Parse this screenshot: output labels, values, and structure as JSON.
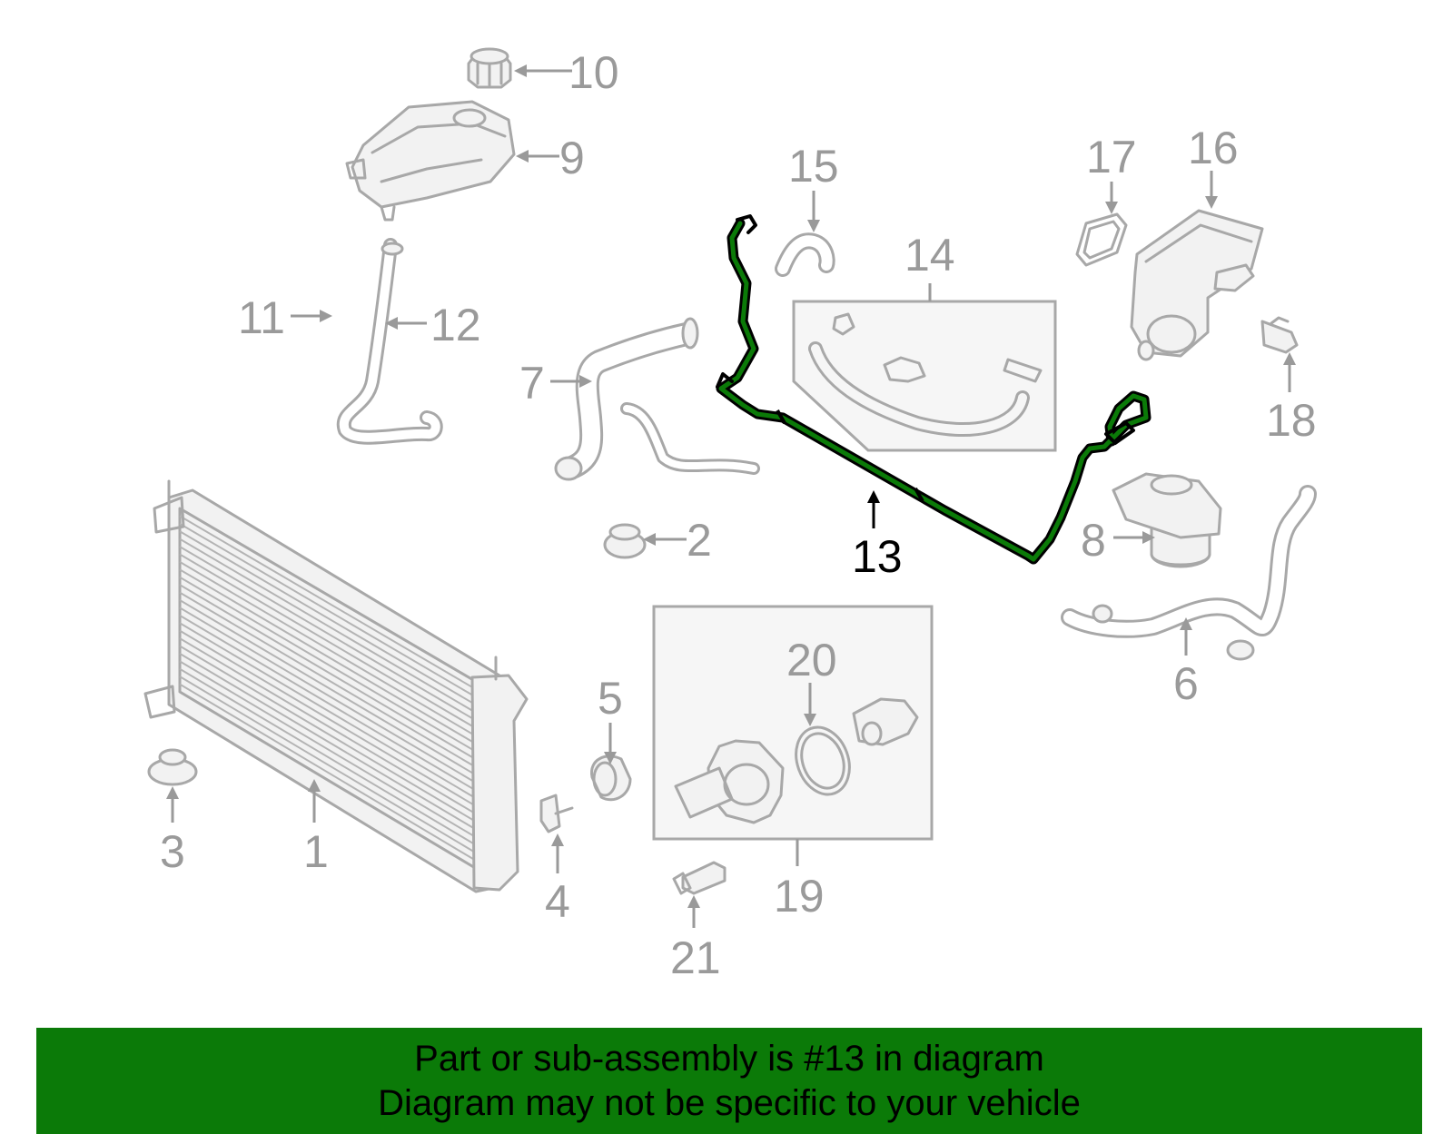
{
  "highlight_color": "#0b7a08",
  "banner_color": "#0b7a08",
  "callouts": [
    {
      "id": "1",
      "label": "1"
    },
    {
      "id": "2",
      "label": "2"
    },
    {
      "id": "3",
      "label": "3"
    },
    {
      "id": "4",
      "label": "4"
    },
    {
      "id": "5",
      "label": "5"
    },
    {
      "id": "6",
      "label": "6"
    },
    {
      "id": "7",
      "label": "7"
    },
    {
      "id": "8",
      "label": "8"
    },
    {
      "id": "9",
      "label": "9"
    },
    {
      "id": "10",
      "label": "10"
    },
    {
      "id": "11",
      "label": "11"
    },
    {
      "id": "12",
      "label": "12"
    },
    {
      "id": "13",
      "label": "13"
    },
    {
      "id": "14",
      "label": "14"
    },
    {
      "id": "15",
      "label": "15"
    },
    {
      "id": "16",
      "label": "16"
    },
    {
      "id": "17",
      "label": "17"
    },
    {
      "id": "18",
      "label": "18"
    },
    {
      "id": "19",
      "label": "19"
    },
    {
      "id": "20",
      "label": "20"
    },
    {
      "id": "21",
      "label": "21"
    }
  ],
  "highlighted_part": "13",
  "banner": {
    "line1": "Part or sub-assembly is #13 in diagram",
    "line2": "Diagram may not be specific to your vehicle"
  }
}
